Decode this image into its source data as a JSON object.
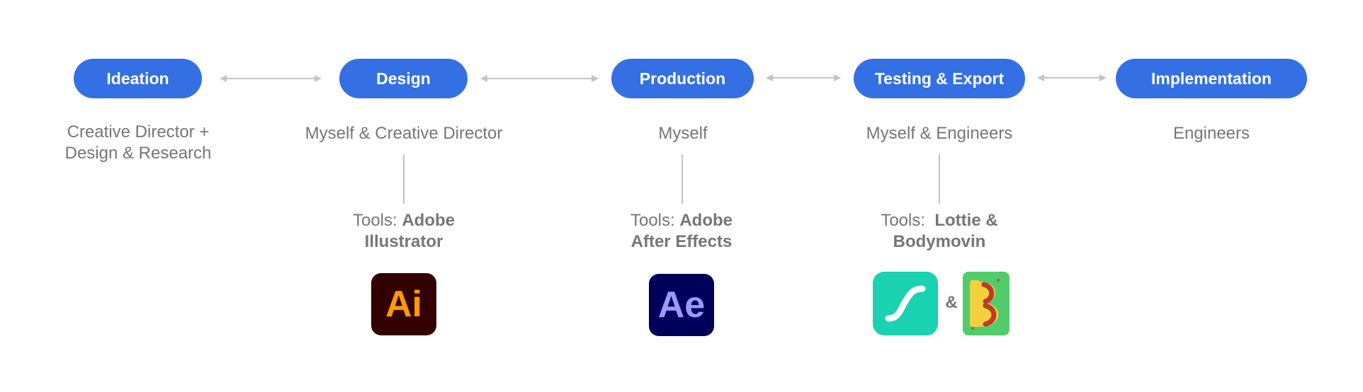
{
  "stages": [
    {
      "label": "Ideation",
      "role_lines": [
        "Creative Director +",
        "Design & Research"
      ]
    },
    {
      "label": "Design",
      "role_lines": [
        "Myself & Creative Director"
      ]
    },
    {
      "label": "Production",
      "role_lines": [
        "Myself"
      ]
    },
    {
      "label": "Testing & Export",
      "role_lines": [
        "Myself & Engineers"
      ]
    },
    {
      "label": "Implementation",
      "role_lines": [
        "Engineers"
      ]
    }
  ],
  "tools": [
    {
      "prefix": "Tools: ",
      "bold_line1": "Adobe",
      "bold_line2": "Illustrator",
      "icon": "adobe-illustrator-icon",
      "icon_text": "Ai"
    },
    {
      "prefix": "Tools: ",
      "bold_line1": "Adobe",
      "bold_line2": "After Effects",
      "icon": "adobe-after-effects-icon",
      "icon_text": "Ae"
    },
    {
      "prefix": "Tools:  ",
      "bold_line1": "Lottie &",
      "bold_line2": "Bodymovin",
      "icons": [
        "lottie-icon",
        "bodymovin-icon"
      ],
      "separator": "&"
    }
  ],
  "colors": {
    "pill": "#3470E4",
    "text": "#767676",
    "connector": "#c4c4c4",
    "illustrator_bg": "#330000",
    "illustrator_fg": "#FF9A00",
    "after_effects_bg": "#00005B",
    "after_effects_fg": "#9999FF",
    "lottie_bg": "#1AD1B0",
    "bodymovin_bg": "#52CC6B"
  }
}
